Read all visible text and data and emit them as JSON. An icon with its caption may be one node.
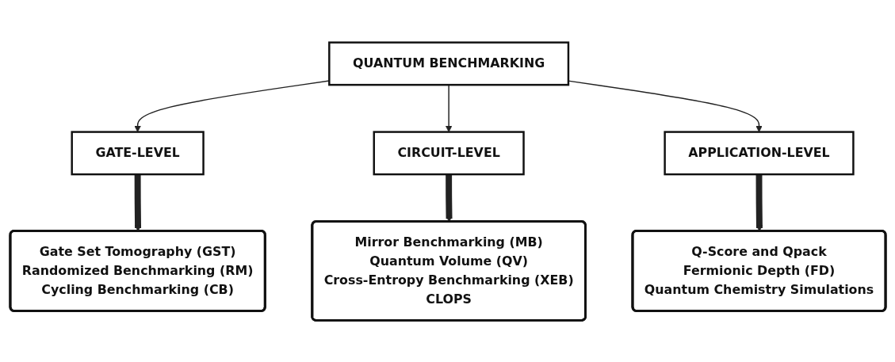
{
  "diagram": {
    "nodes": [
      {
        "text": [
          "QUANTUM BENCHMARKING"
        ]
      },
      {
        "text": [
          "GATE-LEVEL"
        ]
      },
      {
        "text": [
          "CIRCUIT-LEVEL"
        ]
      },
      {
        "text": [
          "APPLICATION-LEVEL"
        ]
      },
      {
        "text": [
          "Gate Set Tomography (GST)",
          "Randomized Benchmarking (RM)",
          "Cycling Benchmarking (CB)"
        ]
      },
      {
        "text": [
          "Mirror Benchmarking (MB)",
          "Quantum Volume (QV)",
          "Cross-Entropy Benchmarking (XEB)",
          "CLOPS"
        ]
      },
      {
        "text": [
          "Q-Score and Qpack",
          "Fermionic Depth (FD)",
          "Quantum Chemistry Simulations"
        ]
      }
    ],
    "edges": [
      {
        "from": 0,
        "to": 1,
        "arrow": "to"
      },
      {
        "from": 0,
        "to": 2,
        "arrow": "to"
      },
      {
        "from": 0,
        "to": 3,
        "arrow": "to"
      },
      {
        "from": 1,
        "to": 4,
        "arrow": "to",
        "style": "thick"
      },
      {
        "from": 2,
        "to": 5,
        "arrow": "to",
        "style": "thick"
      },
      {
        "from": 3,
        "to": 6,
        "arrow": "to",
        "style": "thick"
      }
    ]
  }
}
